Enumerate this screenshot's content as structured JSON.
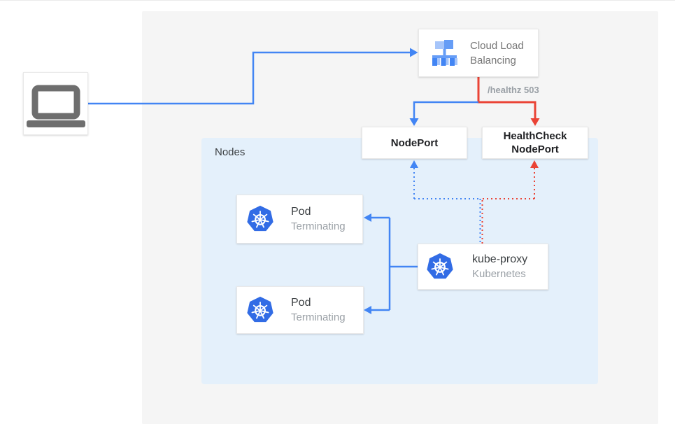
{
  "colors": {
    "blue": "#4285f4",
    "red": "#ea4335",
    "panel_bg": "#f5f5f5",
    "nodes_bg": "#e4f0fb",
    "kubernetes_blue": "#326ce5",
    "laptop_gray": "#6e6e6e",
    "gray_text": "#757575",
    "muted_text": "#9aa0a6",
    "dark_text": "#3c4043",
    "title_text": "#202124",
    "clb_light": "#a6c5fa",
    "clb_mid": "#669df6"
  },
  "client": {
    "icon": "laptop-icon"
  },
  "cloud_load_balancing": {
    "label": "Cloud Load Balancing",
    "icon": "cloud-load-balancing-icon"
  },
  "route_label": "/healthz 503",
  "nodeport": {
    "label": "NodePort"
  },
  "healthcheck_nodeport": {
    "line1": "HealthCheck",
    "line2": "NodePort"
  },
  "nodes": {
    "label": "Nodes"
  },
  "pods": [
    {
      "title": "Pod",
      "status": "Terminating",
      "icon": "kubernetes-icon"
    },
    {
      "title": "Pod",
      "status": "Terminating",
      "icon": "kubernetes-icon"
    }
  ],
  "kube_proxy": {
    "title": "kube-proxy",
    "subtitle": "Kubernetes",
    "icon": "kubernetes-icon"
  }
}
